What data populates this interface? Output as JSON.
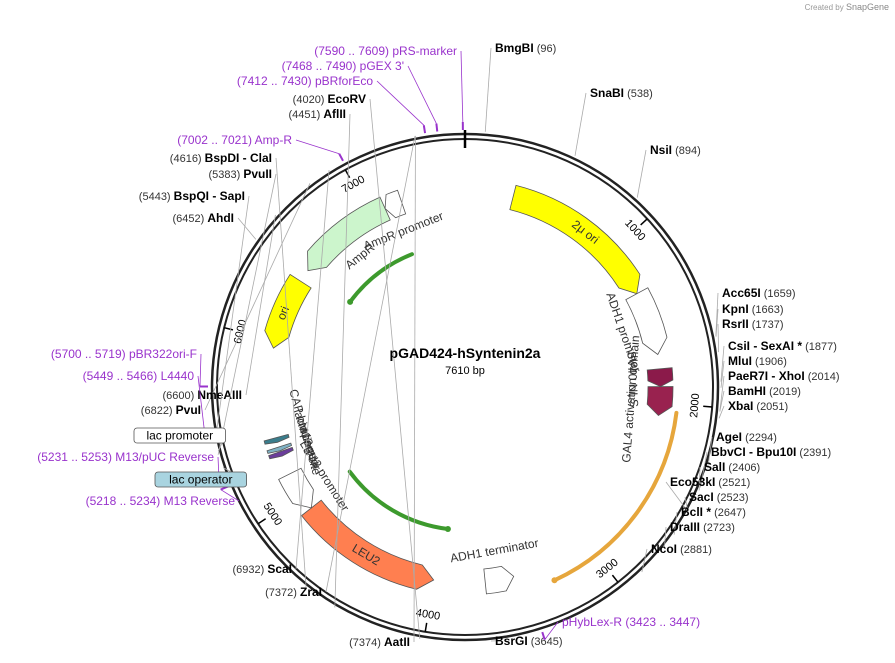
{
  "credit": {
    "prefix": "Created by",
    "brand": "SnapGene"
  },
  "plasmid": {
    "name": "pGAD424-hSyntenin2a",
    "length_label": "7610 bp",
    "length": 7610
  },
  "ticks": [
    {
      "pos": 1000,
      "label": "1000"
    },
    {
      "pos": 2000,
      "label": "2000"
    },
    {
      "pos": 3000,
      "label": "3000"
    },
    {
      "pos": 4000,
      "label": "4000"
    },
    {
      "pos": 5000,
      "label": "5000"
    },
    {
      "pos": 6000,
      "label": "6000"
    },
    {
      "pos": 7000,
      "label": "7000"
    }
  ],
  "features": [
    {
      "name": "2μ ori",
      "start": 300,
      "end": 1300,
      "dir": 1,
      "color": "#ffff00",
      "text_color": "#333333",
      "ring": "inner",
      "label_inside": true
    },
    {
      "name": "ori",
      "start": 5950,
      "end": 6400,
      "dir": -1,
      "color": "#ffff00",
      "text_color": "#333333",
      "ring": "inner",
      "label_inside": true
    },
    {
      "name": "AmpR",
      "start": 6480,
      "end": 7100,
      "dir": -1,
      "color": "#ccf5cc",
      "text_color": "#333333",
      "ring": "inner",
      "label_inside": false
    },
    {
      "name": "AmpR promoter",
      "start": 7100,
      "end": 7210,
      "dir": -1,
      "color": "#ffffff",
      "text_color": "#333333",
      "ring": "inner",
      "label_inside": false
    },
    {
      "name": "ADH1 promoter",
      "start": 1300,
      "end": 1700,
      "dir": 1,
      "color": "#ffffff",
      "text_color": "#333333",
      "ring": "inner",
      "label_inside": false
    },
    {
      "name": "SV40 NLS",
      "start": 1790,
      "end": 1900,
      "dir": 1,
      "color": "#8b1a4a",
      "text_color": "#333333",
      "ring": "inner",
      "label_inside": false
    },
    {
      "name": "GAL4 activation domain",
      "start": 1900,
      "end": 2080,
      "dir": 1,
      "color": "#99224f",
      "text_color": "#333333",
      "ring": "inner",
      "label_inside": false
    },
    {
      "name": "ADH1 terminator",
      "start": 3500,
      "end": 3680,
      "dir": -1,
      "color": "#ffffff",
      "text_color": "#333333",
      "ring": "inner",
      "label_inside": false
    },
    {
      "name": "LEU2",
      "start": 4000,
      "end": 4900,
      "dir": -1,
      "color": "#ff7f50",
      "text_color": "#333333",
      "ring": "inner",
      "label_inside": true
    },
    {
      "name": "LEU2 promoter",
      "start": 4900,
      "end": 5150,
      "dir": -1,
      "color": "#ffffff",
      "text_color": "#333333",
      "ring": "inner",
      "label_inside": false
    },
    {
      "name": "M13 rev",
      "start": 5270,
      "end": 5300,
      "dir": -1,
      "color": "#6a3d9a",
      "text_color": "#333333",
      "ring": "inner",
      "label_inside": false
    },
    {
      "name": "lac operator",
      "start": 5305,
      "end": 5330,
      "dir": -1,
      "color": "#7fb2c4",
      "text_color": "#333333",
      "ring": "inner",
      "label_inside": false
    },
    {
      "name": "CAP binding site",
      "start": 5360,
      "end": 5390,
      "dir": -1,
      "color": "#3a7d8c",
      "text_color": "#333333",
      "ring": "inner",
      "label_inside": false
    }
  ],
  "orfs": [
    {
      "start": 2050,
      "end": 3280,
      "dir": 1,
      "color": "#e6a63c"
    },
    {
      "start": 3950,
      "end": 4940,
      "dir": -1,
      "color": "#3d9a2d"
    },
    {
      "start": 6480,
      "end": 7150,
      "dir": -1,
      "color": "#3d9a2d"
    }
  ],
  "enzymes": [
    {
      "name": "BmgBI",
      "pos_label": "(96)",
      "pos": 96
    },
    {
      "name": "SnaBI",
      "pos_label": "(538)",
      "pos": 538
    },
    {
      "name": "NsiI",
      "pos_label": "(894)",
      "pos": 894
    },
    {
      "name": "Acc65I",
      "pos_label": "(1659)",
      "pos": 1659
    },
    {
      "name": "KpnI",
      "pos_label": "(1663)",
      "pos": 1663
    },
    {
      "name": "RsrII",
      "pos_label": "(1737)",
      "pos": 1737
    },
    {
      "name": "CsiI  -  SexAI *",
      "pos_label": "(1877)",
      "pos": 1877
    },
    {
      "name": "MluI",
      "pos_label": "(1906)",
      "pos": 1906
    },
    {
      "name": "PaeR7I  -  XhoI",
      "pos_label": "(2014)",
      "pos": 2014
    },
    {
      "name": "BamHI",
      "pos_label": "(2019)",
      "pos": 2019
    },
    {
      "name": "XbaI",
      "pos_label": "(2051)",
      "pos": 2051
    },
    {
      "name": "AgeI",
      "pos_label": "(2294)",
      "pos": 2294
    },
    {
      "name": "BbvCI  -  Bpu10I",
      "pos_label": "(2391)",
      "pos": 2391
    },
    {
      "name": "SalI",
      "pos_label": "(2406)",
      "pos": 2406
    },
    {
      "name": "Eco53kI",
      "pos_label": "(2521)",
      "pos": 2521
    },
    {
      "name": "SacI",
      "pos_label": "(2523)",
      "pos": 2523
    },
    {
      "name": "BclI *",
      "pos_label": "(2647)",
      "pos": 2647
    },
    {
      "name": "DraIII",
      "pos_label": "(2723)",
      "pos": 2723
    },
    {
      "name": "NcoI",
      "pos_label": "(2881)",
      "pos": 2881
    },
    {
      "name": "BsrGI",
      "pos_label": "(3645)",
      "pos": 3645
    },
    {
      "name": "EcoRV",
      "pos_label": "(4020)",
      "pos": 4020
    },
    {
      "name": "AflII",
      "pos_label": "(4451)",
      "pos": 4451
    },
    {
      "name": "BspDI  -  ClaI",
      "pos_label": "(4616)",
      "pos": 4616
    },
    {
      "name": "PvuII",
      "pos_label": "(5383)",
      "pos": 5383
    },
    {
      "name": "BspQI  -  SapI",
      "pos_label": "(5443)",
      "pos": 5443
    },
    {
      "name": "AhdI",
      "pos_label": "(6452)",
      "pos": 6452
    },
    {
      "name": "NmeAIII",
      "pos_label": "(6600)",
      "pos": 6600
    },
    {
      "name": "PvuI",
      "pos_label": "(6822)",
      "pos": 6822
    },
    {
      "name": "ScaI",
      "pos_label": "(6932)",
      "pos": 6932
    },
    {
      "name": "ZraI",
      "pos_label": "(7372)",
      "pos": 7372
    },
    {
      "name": "AatII",
      "pos_label": "(7374)",
      "pos": 7374
    }
  ],
  "primers": [
    {
      "name": "pRS-marker",
      "range": "(7590 .. 7609)",
      "pos": 7600
    },
    {
      "name": "pGEX 3'",
      "range": "(7468 .. 7490)",
      "pos": 7479
    },
    {
      "name": "pBRforEco",
      "range": "(7412 .. 7430)",
      "pos": 7421
    },
    {
      "name": "Amp-R",
      "range": "(7002 .. 7021)",
      "pos": 7011
    },
    {
      "name": "pBR322ori-F",
      "range": "(5700 .. 5719)",
      "pos": 5710
    },
    {
      "name": "L4440",
      "range": "(5449 .. 5466)",
      "pos": 5457
    },
    {
      "name": "M13/pUC Reverse",
      "range": "(5231 .. 5253)",
      "pos": 5242
    },
    {
      "name": "M13 Reverse",
      "range": "(5218 .. 5234)",
      "pos": 5226
    },
    {
      "name": "pHybLex-R",
      "range": "(3423 .. 3447)",
      "pos": 3435
    }
  ],
  "outer_features": [
    {
      "name": "lac promoter",
      "pos": 5400,
      "boxed": true,
      "fill": "#ffffff"
    },
    {
      "name": "lac operator",
      "pos": 5318,
      "boxed": true,
      "fill": "#a9d4e0"
    }
  ],
  "colors": {
    "primer": "#9933cc",
    "enzyme_name": "#000000",
    "enzyme_pos": "#333333",
    "backbone": "#222222"
  }
}
